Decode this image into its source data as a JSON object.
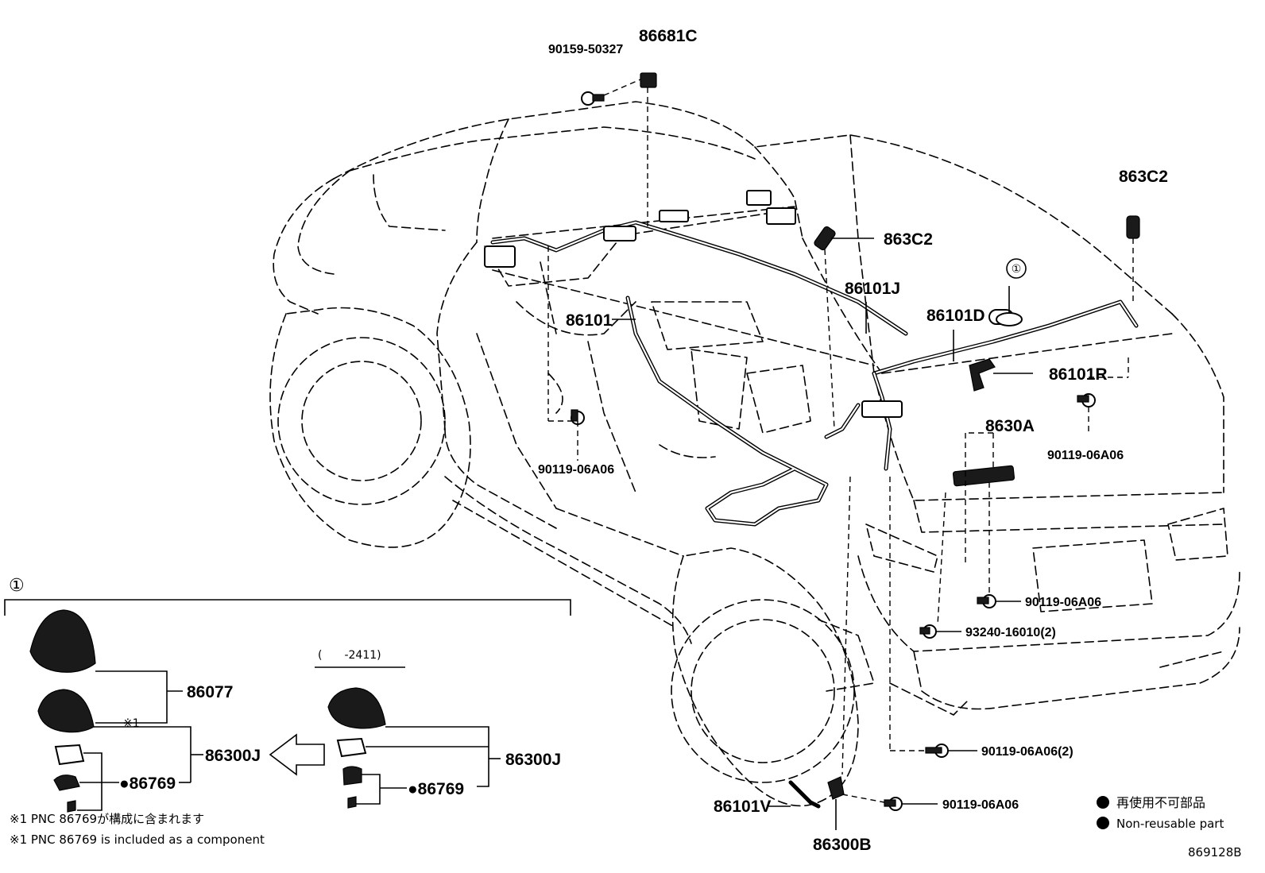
{
  "diagram_id": "869128B",
  "callouts": {
    "p86681C": "86681C",
    "p90159_50327": "90159-50327",
    "p863C2_a": "863C2",
    "p863C2_b": "863C2",
    "p86101J": "86101J",
    "p86101D": "86101D",
    "p86101": "86101",
    "p86101R": "86101R",
    "p8630A": "8630A",
    "p90119_06A06_a": "90119-06A06",
    "p90119_06A06_b": "90119-06A06",
    "p90119_06A06_c": "90119-06A06",
    "p93240_16010": "93240-16010(2)",
    "p90119_06A06_2": "90119-06A06(2)",
    "p90119_06A06_d": "90119-06A06",
    "p86101V": "86101V",
    "p86300B": "86300B",
    "circle_ref": "①"
  },
  "inset": {
    "label": "①",
    "p86077": "86077",
    "note_mark": "※1",
    "p86300J_left": "86300J",
    "p86769_left": "●86769",
    "range_label": "(　　-2411)",
    "p86300J_right": "86300J",
    "p86769_right": "●86769"
  },
  "footnotes": {
    "jp": "※1 PNC 86769が構成に含まれます",
    "en": "※1 PNC 86769 is included as a component"
  },
  "legend": {
    "jp": "再使用不可部品",
    "en": "Non-reusable part"
  }
}
